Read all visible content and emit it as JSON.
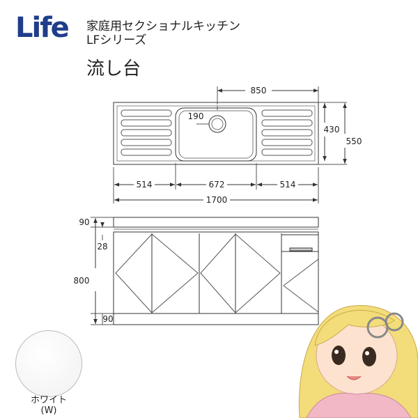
{
  "brand": {
    "logo_text": "Life",
    "brand_color": "#1f3d8a"
  },
  "header": {
    "line1": "家庭用セクショナルキッチン",
    "line2": "LFシリーズ",
    "product": "流し台"
  },
  "plan_view": {
    "dim_850": "850",
    "dim_190": "190",
    "dim_430": "430",
    "dim_550": "550",
    "dim_514_left": "514",
    "dim_672": "672",
    "dim_514_right": "514",
    "dim_1700": "1700"
  },
  "front_view": {
    "dim_90_top": "90",
    "dim_28": "28",
    "dim_800": "800",
    "dim_90_bottom": "90"
  },
  "color_swatch": {
    "name": "ホワイト",
    "code": "(W)",
    "hex": "#f6f6f6"
  },
  "mascot": {
    "icon": "cartoon-girl-mascot-icon"
  }
}
